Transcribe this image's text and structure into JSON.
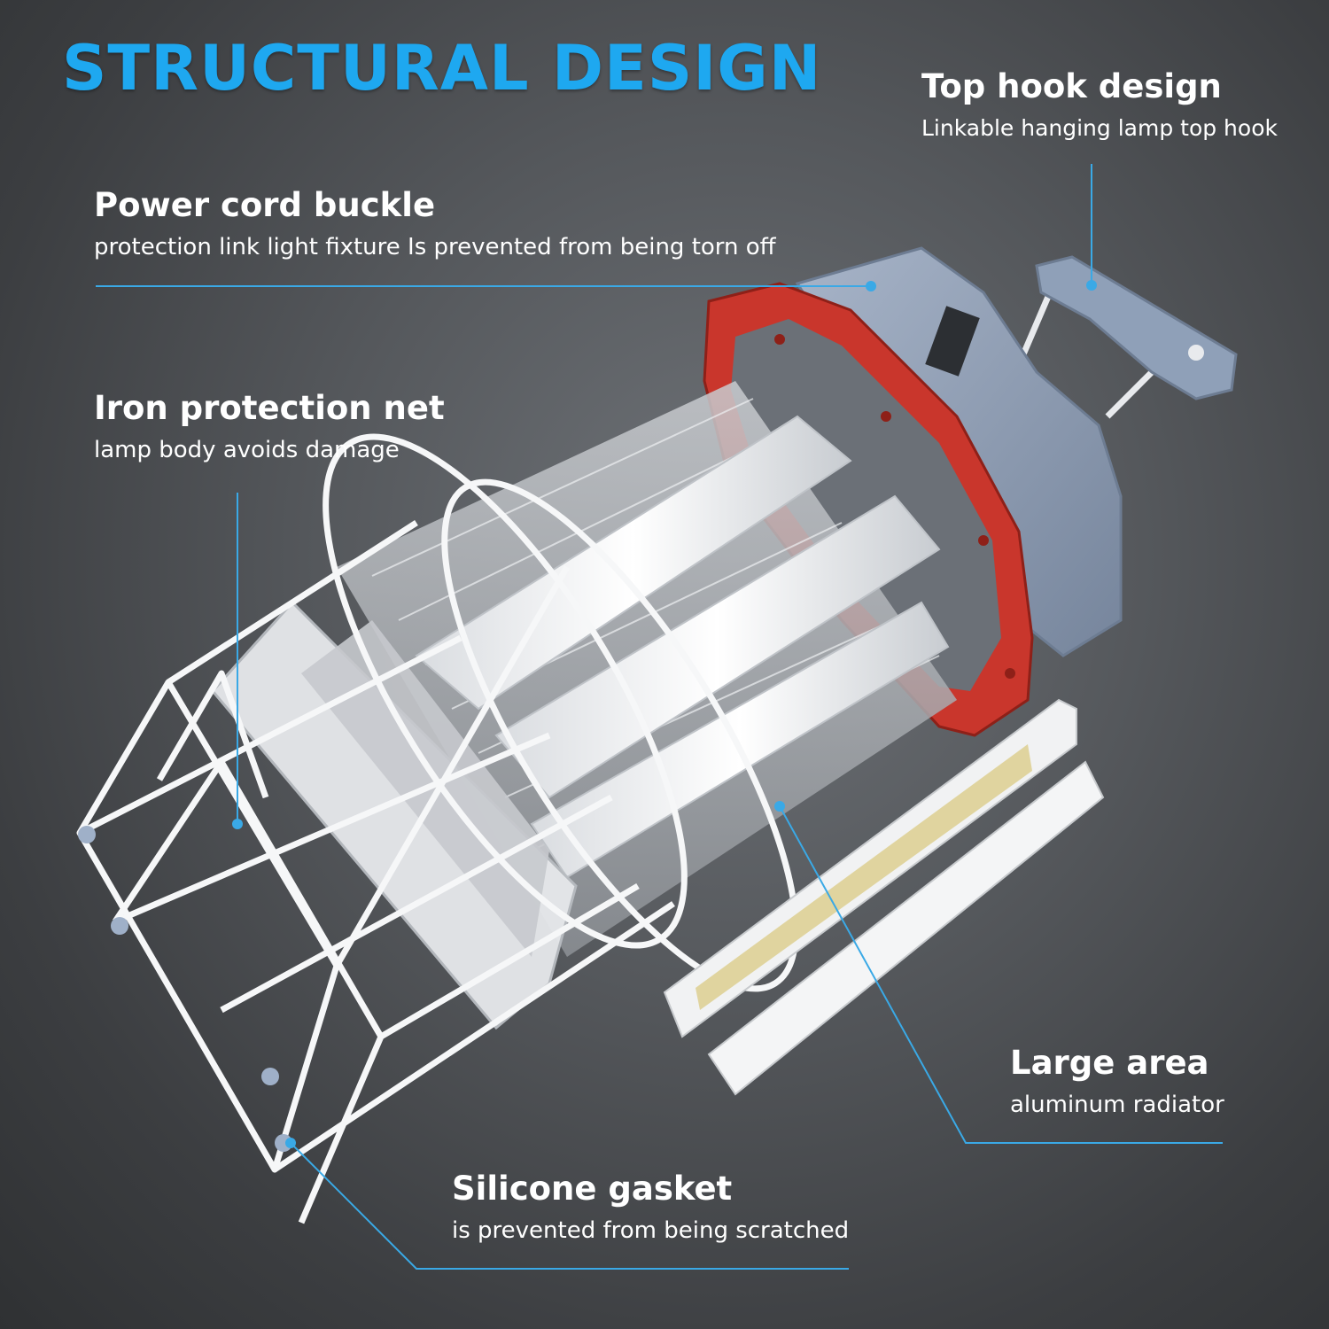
{
  "title": "STRUCTURAL DESIGN",
  "callouts": {
    "top_hook": {
      "heading": "Top hook design",
      "description": "Linkable hanging lamp top hook"
    },
    "power_cord": {
      "heading": "Power cord buckle",
      "description": "protection link light fixture Is prevented from being torn off"
    },
    "iron_net": {
      "heading": "Iron protection net",
      "description": "lamp body avoids damage"
    },
    "large_area": {
      "heading": "Large area",
      "description": "aluminum radiator"
    },
    "silicone": {
      "heading": "Silicone gasket",
      "description": "is prevented from being scratched"
    }
  },
  "colors": {
    "title": "#1ea8f0",
    "leader_line": "#3aa9e6",
    "text": "#ffffff",
    "housing": "#8f9fb8",
    "gasket": "#c9362c"
  }
}
